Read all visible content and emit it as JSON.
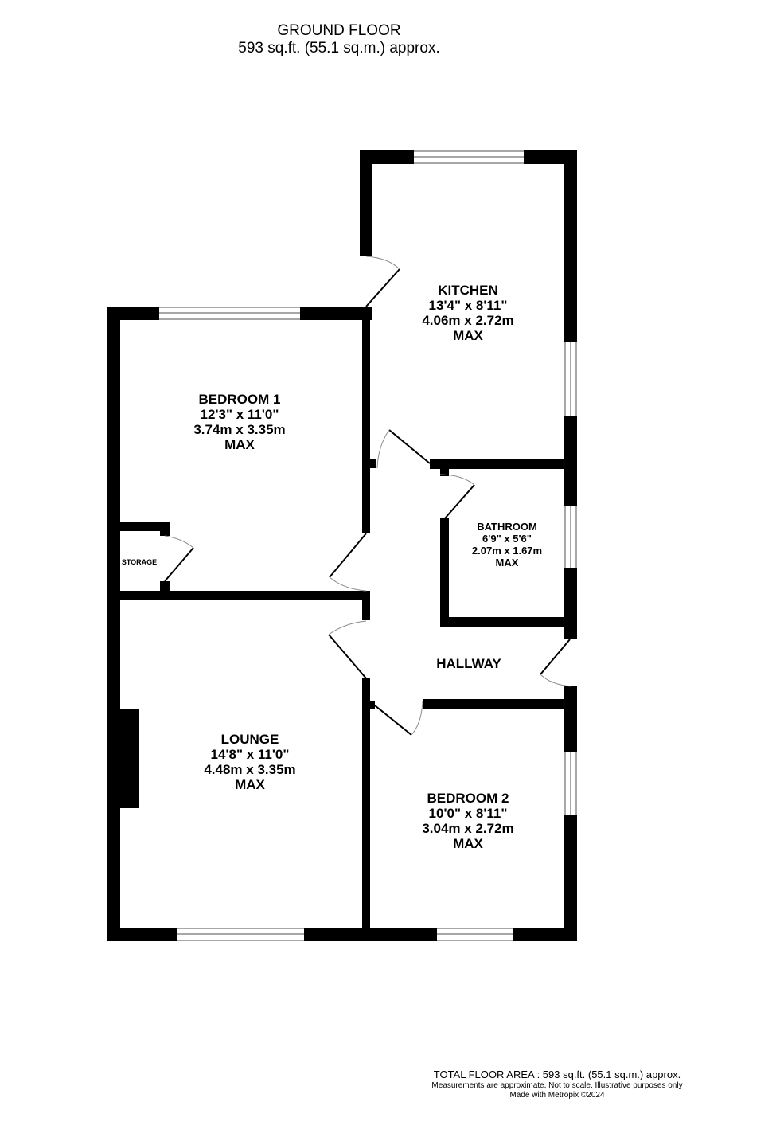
{
  "header": {
    "title": "GROUND FLOOR",
    "area": "593 sq.ft. (55.1 sq.m.) approx."
  },
  "rooms": {
    "kitchen": {
      "name": "KITCHEN",
      "imperial": "13'4\"  x 8'11\"",
      "metric": "4.06m  x 2.72m",
      "note": "MAX"
    },
    "bedroom1": {
      "name": "BEDROOM 1",
      "imperial": "12'3\"  x 11'0\"",
      "metric": "3.74m  x 3.35m",
      "note": "MAX"
    },
    "bathroom": {
      "name": "BATHROOM",
      "imperial": "6'9\"  x 5'6\"",
      "metric": "2.07m  x 1.67m",
      "note": "MAX"
    },
    "storage": {
      "name": "STORAGE"
    },
    "hallway": {
      "name": "HALLWAY"
    },
    "lounge": {
      "name": "LOUNGE",
      "imperial": "14'8\"  x 11'0\"",
      "metric": "4.48m  x 3.35m",
      "note": "MAX"
    },
    "bedroom2": {
      "name": "BEDROOM 2",
      "imperial": "10'0\"  x 8'11\"",
      "metric": "3.04m  x 2.72m",
      "note": "MAX"
    }
  },
  "footer": {
    "total": "TOTAL FLOOR AREA : 593 sq.ft. (55.1 sq.m.) approx.",
    "disclaimer": "Measurements are approximate.  Not to scale.  Illustrative purposes only",
    "credit": "Made with Metropix ©2024"
  },
  "colors": {
    "wall": "#000000",
    "window_line": "#8a8a8a",
    "door_arc": "#8a8a8a",
    "background": "#ffffff"
  }
}
